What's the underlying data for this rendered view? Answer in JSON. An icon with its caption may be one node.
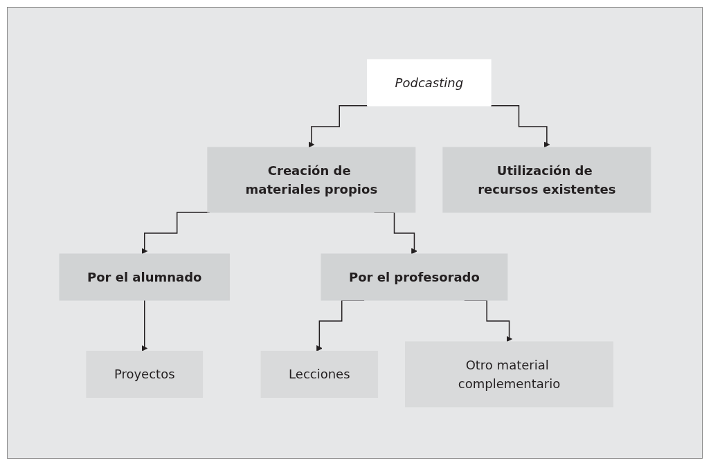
{
  "diagram": {
    "nodes": [
      {
        "text": [
          "Podcasting"
        ]
      },
      {
        "text": [
          "Creación de materiales propios"
        ]
      },
      {
        "text": [
          "Utilización de recursos existentes"
        ]
      },
      {
        "text": [
          "Por el alumnado"
        ]
      },
      {
        "text": [
          "Por el profesorado"
        ]
      },
      {
        "text": [
          "Proyectos"
        ]
      },
      {
        "text": [
          "Lecciones"
        ]
      },
      {
        "text": [
          "Otro material complementario"
        ]
      }
    ],
    "edges": [
      {
        "from": 0,
        "to": 1,
        "arrow": "to"
      },
      {
        "from": 0,
        "to": 2,
        "arrow": "to"
      },
      {
        "from": 1,
        "to": 3,
        "arrow": "to"
      },
      {
        "from": 1,
        "to": 4,
        "arrow": "to"
      },
      {
        "from": 3,
        "to": 5,
        "arrow": "to"
      },
      {
        "from": 4,
        "to": 6,
        "arrow": "to"
      },
      {
        "from": 4,
        "to": 7,
        "arrow": "to"
      }
    ]
  }
}
